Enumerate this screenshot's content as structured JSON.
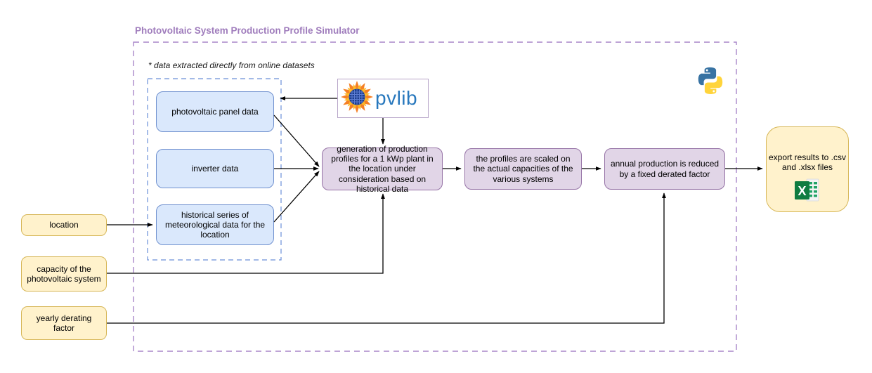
{
  "diagram": {
    "title": "Photovoltaic System Production Profile Simulator",
    "note": "* data extracted directly from online datasets",
    "data_sources": [
      {
        "label": "photovoltaic panel data"
      },
      {
        "label": "inverter data"
      },
      {
        "label": "historical series of meteorological data for the location"
      }
    ],
    "inputs": [
      {
        "label": "location"
      },
      {
        "label": "capacity of the photovoltaic system"
      },
      {
        "label": "yearly derating factor"
      }
    ],
    "process_steps": [
      {
        "label": "generation of production profiles for a 1 kWp plant in the location under consideration based on historical data"
      },
      {
        "label": "the profiles are scaled on the actual capacities of the various systems"
      },
      {
        "label": "annual production is reduced by a fixed derated factor"
      }
    ],
    "output": {
      "label": "export results to .csv and .xlsx files"
    },
    "pvlib": {
      "wordmark": "pvlib"
    },
    "icons": {
      "python": "python-icon",
      "excel": "excel-icon",
      "pvlib_sun": "pvlib-sun-icon",
      "excel_letter": "X"
    },
    "colors": {
      "title": "#9f7cbc",
      "blue_fill": "#dae8fc",
      "blue_stroke": "#7091cf",
      "purple_fill": "#e1d5e7",
      "purple_stroke": "#9673a6",
      "yellow_fill": "#fff2cc",
      "yellow_stroke": "#d6b656",
      "outer_dash": "#a886c9",
      "inner_dash": "#6a8fd8",
      "pvlib_blue": "#2878bd",
      "pvlib_orange": "#f58025",
      "pvlib_yellow": "#fdb827",
      "pvlib_navy": "#1c3e8f",
      "python_blue": "#3873a3",
      "python_yellow": "#ffd43b",
      "excel_green": "#107c41",
      "arrow": "#000000"
    }
  }
}
